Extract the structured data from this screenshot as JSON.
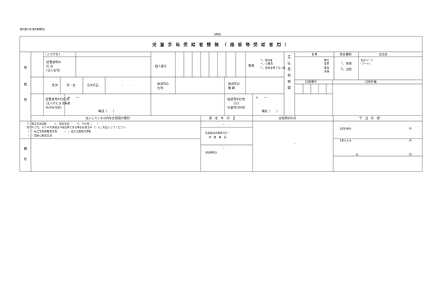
{
  "doc": {
    "form_no": "様式第2号(第6条関係)",
    "front": "(表面)",
    "title": "児 童 手 当 受 給 者 情 報 （ 施 設 等 受 給 者 用 ）"
  },
  "recipient": {
    "side_label": [
      "受",
      "給",
      "者"
    ],
    "furigana": "(ふりがな)",
    "name_label": "設置者等の\n氏 名\n(法人名等)",
    "personal_no": "個人番号",
    "occupation": "職業",
    "occ_options": "ア、被用者\nイ、公務員\nウ、被用者等でない者",
    "gender_label": "性別",
    "gender_opts": "男・女",
    "dob_label": "生年月日",
    "dob_sep": "・　　・",
    "facility_name": "施設等の\n名称",
    "facility_type": "施設等の\n種 類",
    "address_label": "設置者等の住所地\n(法人のときは事務\n所の所在地)",
    "postal1": "〒　　―",
    "phone1": "電話（　　）",
    "fac_address": "施設等所在地\n又は\n児童等住所地",
    "postal2": "〒　　―",
    "phone2": "電話（　　）"
  },
  "bank": {
    "side_label": [
      "支",
      "払",
      "金",
      "融",
      "機",
      "関"
    ],
    "name_h": "名称",
    "type_h": "預金種類",
    "branch_h": "支店名",
    "inst_types": "銀行\n金庫\n農協\n漁協",
    "type_opts": "1、普通\n2、当座",
    "branch_code": "支店コード\n(コード)",
    "account_no": "口座番号",
    "account_name": "口座名義"
  },
  "pension": {
    "header": "加入している公的年金制度の種別",
    "line1": "ア、厚生年金保険　　　イ、国民年金　　　ウ、その他（　　）",
    "line2": "前アのうち、以下の共済組合の組合員である場合は該当の（ ）に○を記入してください。",
    "line3": "（　）私立学校教職員共済　　　（　）地方公務員共済等",
    "line4": "（　）国家公務員共済"
  },
  "cert": {
    "date_h": "認　定　年　月　日",
    "date_val": "・　・",
    "start_h": "支給開始年月",
    "change_h": "支給事由消滅年月日・\n消　滅　事　由",
    "change_val": "・　・",
    "change_reason": "(消滅事由)",
    "start_dot": "・"
  },
  "allowance": {
    "header": "手　当　月　額",
    "row1": "3歳未満分",
    "row2": "3歳以上分",
    "total": "計",
    "yen": "円"
  },
  "remarks": {
    "side_label": [
      "備",
      "考"
    ]
  }
}
